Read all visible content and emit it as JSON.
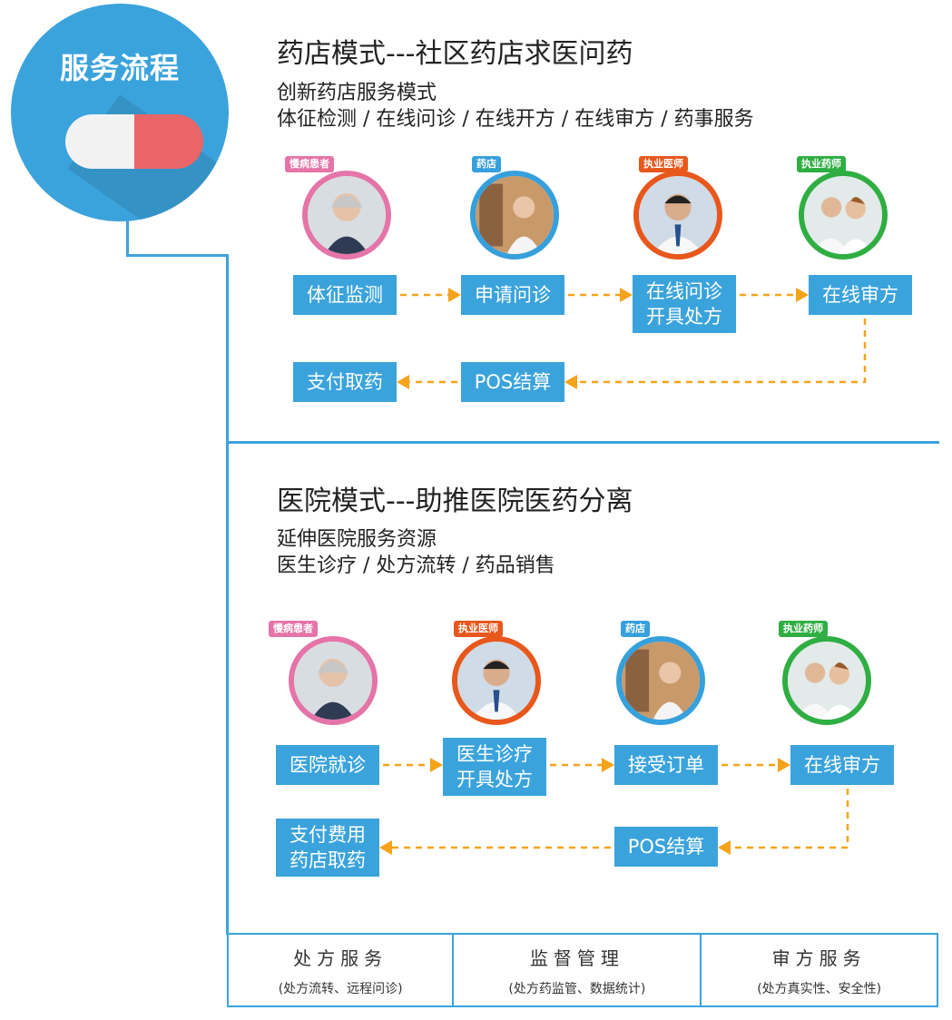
{
  "badge": {
    "title": "服务流程"
  },
  "pharmacy_mode": {
    "title": "药店模式---社区药店求医问药",
    "subtitle1": "创新药店服务模式",
    "subtitle2": "体征检测 / 在线问诊 / 在线开方 / 在线审方 / 药事服务",
    "roles": [
      "慢病患者",
      "药店",
      "执业医师",
      "执业药师"
    ],
    "steps": [
      "体征监测",
      "申请问诊",
      "在线问诊\n开具处方",
      "在线审方",
      "POS结算",
      "支付取药"
    ]
  },
  "hospital_mode": {
    "title": "医院模式---助推医院医药分离",
    "subtitle1": "延伸医院服务资源",
    "subtitle2": "医生诊疗 / 处方流转 / 药品销售",
    "roles": [
      "慢病患者",
      "执业医师",
      "药店",
      "执业药师"
    ],
    "steps": [
      "医院就诊",
      "医生诊疗\n开具处方",
      "接受订单",
      "在线审方",
      "POS结算",
      "支付费用\n药店取药"
    ]
  },
  "services": [
    {
      "title": "处方服务",
      "desc": "(处方流转、远程问诊)"
    },
    {
      "title": "监督管理",
      "desc": "(处方药监管、数据统计)"
    },
    {
      "title": "审方服务",
      "desc": "(处方真实性、安全性)"
    }
  ],
  "colors": {
    "primary": "#3ba3dc",
    "arrow": "#f5a31a",
    "patient": "#e574a8",
    "pharmacy": "#36a0dc",
    "doctor": "#e8571c",
    "pharmacist": "#2fae42"
  }
}
